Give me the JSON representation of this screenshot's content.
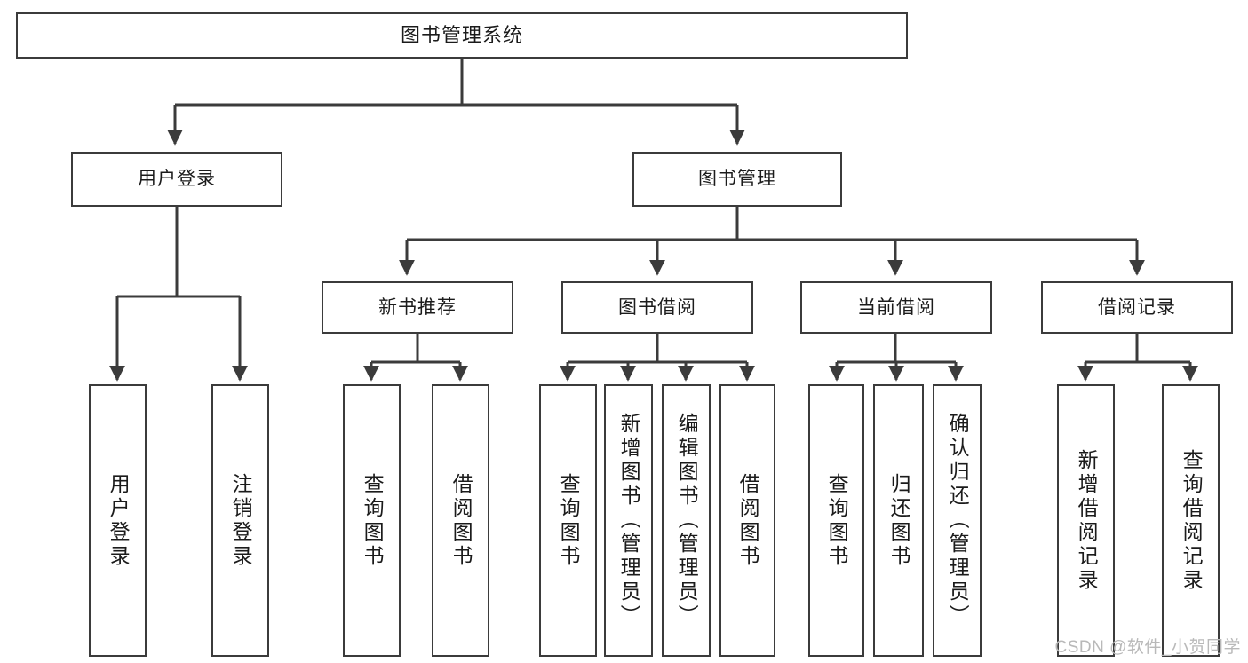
{
  "diagram": {
    "type": "tree-hierarchy-chart",
    "title": "图书管理系统",
    "watermark": "CSDN @软件_小贺同学",
    "colors": {
      "box_border": "#3b3b3b",
      "box_fill": "#ffffff",
      "connector": "#3b3b3b",
      "text": "#1b1b1b",
      "watermark": "#b9b9b9",
      "background": "#ffffff"
    },
    "nodes": {
      "root": {
        "label": "图书管理系统"
      },
      "level2": [
        {
          "id": "user-login",
          "label": "用户登录"
        },
        {
          "id": "book-manage",
          "label": "图书管理"
        }
      ],
      "level3": [
        {
          "id": "new-book-recommend",
          "label": "新书推荐"
        },
        {
          "id": "book-borrow",
          "label": "图书借阅"
        },
        {
          "id": "current-borrow",
          "label": "当前借阅"
        },
        {
          "id": "borrow-record",
          "label": "借阅记录"
        }
      ],
      "leaves": {
        "user_login": [
          {
            "id": "leaf-user-login",
            "label": "用户登录"
          },
          {
            "id": "leaf-logout-login",
            "label": "注销登录"
          }
        ],
        "new_book_recommend": [
          {
            "id": "leaf-query-book-1",
            "label": "查询图书"
          },
          {
            "id": "leaf-borrow-book-1",
            "label": "借阅图书"
          }
        ],
        "book_borrow": [
          {
            "id": "leaf-query-book-2",
            "label": "查询图书"
          },
          {
            "id": "leaf-add-book",
            "label": "新增图书（管理员）"
          },
          {
            "id": "leaf-edit-book",
            "label": "编辑图书（管理员）"
          },
          {
            "id": "leaf-borrow-book-2",
            "label": "借阅图书"
          }
        ],
        "current_borrow": [
          {
            "id": "leaf-query-book-3",
            "label": "查询图书"
          },
          {
            "id": "leaf-return-book",
            "label": "归还图书"
          },
          {
            "id": "leaf-confirm-return",
            "label": "确认归还（管理员）"
          }
        ],
        "borrow_record": [
          {
            "id": "leaf-add-record",
            "label": "新增借阅记录"
          },
          {
            "id": "leaf-query-record",
            "label": "查询借阅记录"
          }
        ]
      }
    }
  }
}
